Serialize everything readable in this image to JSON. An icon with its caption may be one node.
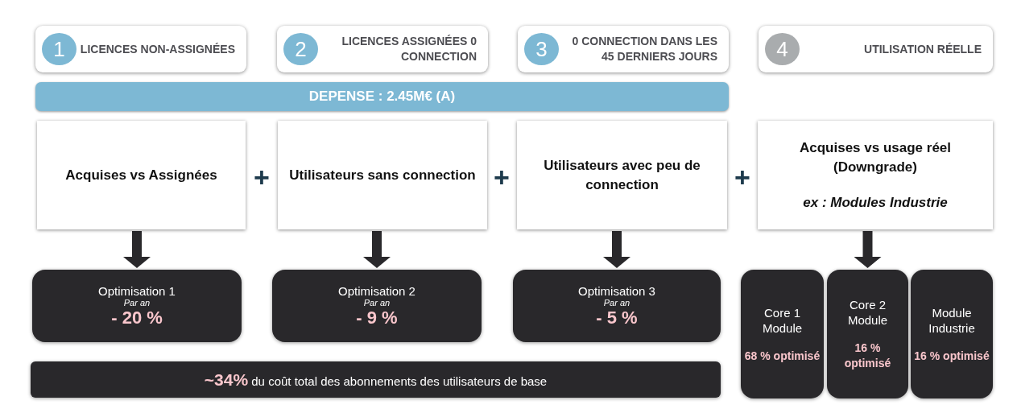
{
  "diagram": {
    "nodes": [
      {
        "text": [
          "1",
          "LICENCES NON-ASSIGNÉES"
        ]
      },
      {
        "text": [
          "2",
          "LICENCES ASSIGNÉES 0 CONNECTION"
        ]
      },
      {
        "text": [
          "3",
          "0 CONNECTION DANS LES 45 DERNIERS JOURS"
        ]
      },
      {
        "text": [
          "4",
          "UTILISATION RÉELLE"
        ]
      },
      {
        "text": [
          "DEPENSE : 2.45M€ (A)"
        ]
      },
      {
        "text": [
          "Acquises vs Assignées"
        ]
      },
      {
        "text": [
          "Utilisateurs sans connection"
        ]
      },
      {
        "text": [
          "Utilisateurs avec peu de connection"
        ]
      },
      {
        "text": [
          "Acquises vs usage réel (Downgrade)",
          "ex : Modules Industrie"
        ]
      },
      {
        "text": [
          "Optimisation 1",
          "Par an",
          "- 20 %"
        ]
      },
      {
        "text": [
          "Optimisation 2",
          "Par an",
          "- 9 %"
        ]
      },
      {
        "text": [
          "Optimisation 3",
          "Par an",
          "- 5 %"
        ]
      },
      {
        "text": [
          "Core 1 Module",
          "68 % optimisé"
        ]
      },
      {
        "text": [
          "Core 2 Module",
          "16 % optimisé"
        ]
      },
      {
        "text": [
          "Module Industrie",
          "16 % optimisé"
        ]
      },
      {
        "text": [
          "**~34%** du coût total des abonnements des utilisateurs de base"
        ]
      }
    ],
    "edges": [
      {
        "from": 5,
        "to": 9,
        "arrow": "to"
      },
      {
        "from": 6,
        "to": 10,
        "arrow": "to"
      },
      {
        "from": 7,
        "to": 11,
        "arrow": "to"
      },
      {
        "from": 8,
        "to": 13,
        "arrow": "to"
      }
    ],
    "labels": [
      "+",
      "+",
      "+"
    ]
  }
}
